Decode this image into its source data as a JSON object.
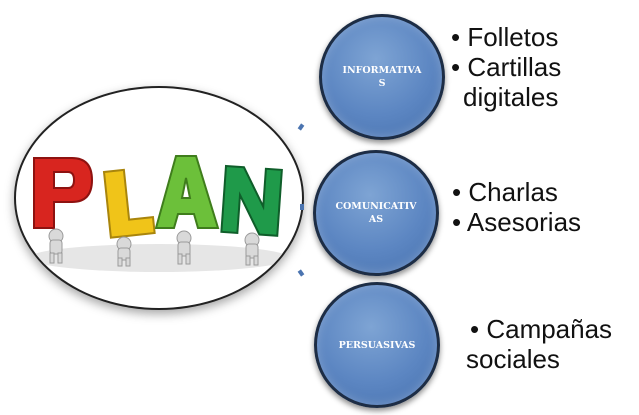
{
  "diagram": {
    "central_image": {
      "word": "PLAN",
      "letters": [
        {
          "char": "P",
          "color": "#d8251f"
        },
        {
          "char": "L",
          "color": "#f0c419"
        },
        {
          "char": "A",
          "color": "#6cc03a"
        },
        {
          "char": "N",
          "color": "#1f9a4a"
        }
      ]
    },
    "nodes": [
      {
        "label": "INFORMATIVAS",
        "items": [
          "• Folletos",
          "• Cartillas",
          "digitales"
        ]
      },
      {
        "label": "COMUNICATIVAS",
        "items": [
          "• Charlas",
          "• Asesorias"
        ]
      },
      {
        "label": "PERSUASIVAS",
        "items": [
          "• Campañas",
          "sociales"
        ]
      }
    ],
    "colors": {
      "node_fill": "#5c86c2",
      "node_border": "#1d2d45",
      "connector": "#4b74b0"
    }
  }
}
